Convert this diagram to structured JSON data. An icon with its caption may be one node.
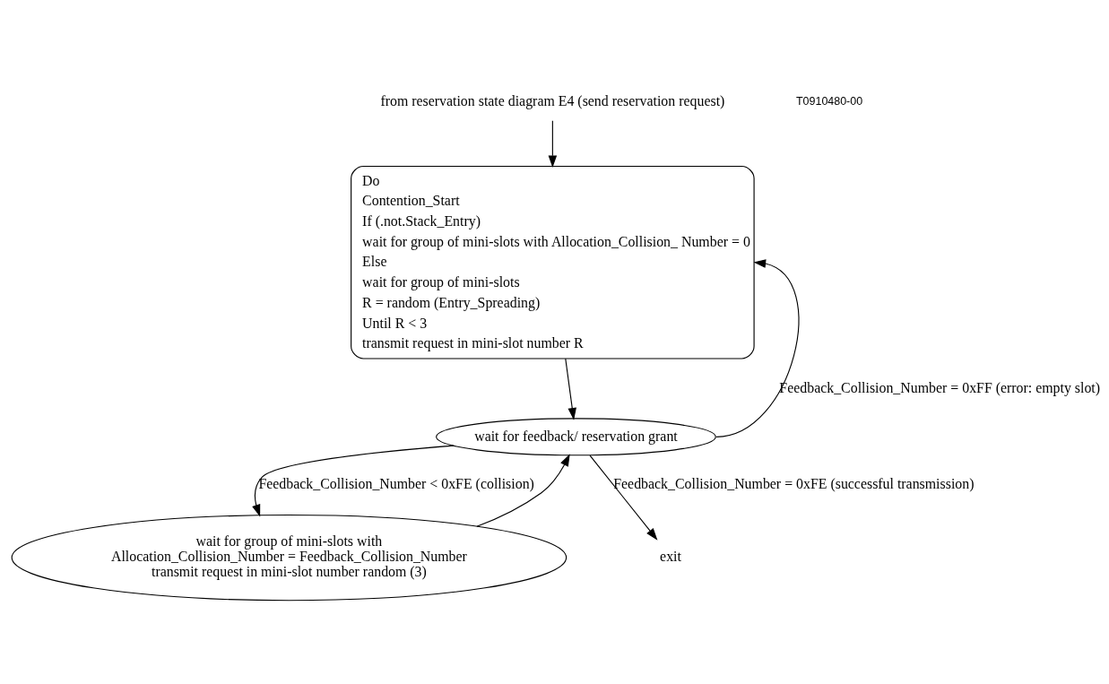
{
  "diagram": {
    "nodes": [
      {
        "text": [
          "from reservation state diagram E4 (send reservation request)"
        ]
      },
      {
        "text": [
          "Do",
          "Contention_Start",
          "If (.not.Stack_Entry)",
          "wait for group of mini-slots with Allocation_Collision_ Number = 0",
          "Else",
          "wait for group of mini-slots",
          "R = random (Entry_Spreading)",
          "Until R < 3",
          "transmit request in mini-slot number R"
        ]
      },
      {
        "text": [
          "wait for feedback/ reservation grant"
        ]
      },
      {
        "text": [
          "wait for group of mini-slots with",
          "Allocation_Collision_Number = Feedback_Collision_Number",
          "transmit request in mini-slot number random (3)"
        ]
      },
      {
        "text": [
          "exit"
        ]
      }
    ],
    "edges": [
      {
        "from": 0,
        "to": 1,
        "arrow": "to"
      },
      {
        "from": 1,
        "to": 2,
        "arrow": "to"
      },
      {
        "from": 2,
        "to": 1,
        "arrow": "to",
        "label": "Feedback_Collision_Number = 0xFF (error: empty slot)"
      },
      {
        "from": 2,
        "to": 4,
        "arrow": "to",
        "label": "Feedback_Collision_Number = 0xFE (successful transmission)"
      },
      {
        "from": 2,
        "to": 3,
        "arrow": "to",
        "label": "Feedback_Collision_Number < 0xFE (collision)"
      },
      {
        "from": 3,
        "to": 2,
        "arrow": "to"
      }
    ],
    "labels": [
      "T0910480-00"
    ]
  }
}
